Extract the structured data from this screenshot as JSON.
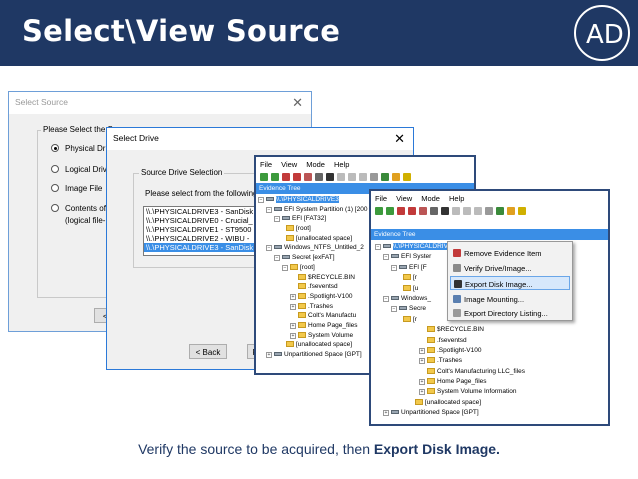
{
  "header": {
    "title": "Select\\View Source",
    "logo_text": "AD"
  },
  "caption": {
    "plain": "Verify the source to be acquired, then ",
    "bold": "Export Disk Image."
  },
  "select_source": {
    "title": "Select Source",
    "group_label": "Please Select the So",
    "options": [
      "Physical Drive",
      "Logical Drive",
      "Image File",
      "Contents of a",
      "(logical file-lev"
    ],
    "selected_index": 0,
    "back_label": "< B"
  },
  "select_drive": {
    "title": "Select Drive",
    "group_label": "Source Drive Selection",
    "prompt": "Please select from the following av",
    "drives": [
      "\\\\.\\PHYSICALDRIVE3 - SanDisk",
      "\\\\.\\PHYSICALDRIVE0 - Crucial_",
      "\\\\.\\PHYSICALDRIVE1 - ST9500",
      "\\\\.\\PHYSICALDRIVE2 - WIBU -",
      "\\\\.\\PHYSICALDRIVE3 - SanDisk"
    ],
    "selected_drive": 4,
    "back_label": "< Back",
    "next_label": "F"
  },
  "menu": [
    "File",
    "View",
    "Mode",
    "Help"
  ],
  "evidence_tree_label": "Evidence Tree",
  "tree_a": [
    "\\\\.\\PHYSICALDRIVE3",
    "EFI System Partition (1) [200",
    "EFI [FAT32]",
    "[root]",
    "[unallocated space]",
    "Windows_NTFS_Untitled_2",
    "Secret [exFAT]",
    "[root]",
    "$RECYCLE.BIN",
    ".fseventsd",
    ".Spotlight-V100",
    ".Trashes",
    "Colt's Manufactu",
    "Home Page_files",
    "System Volume",
    "[unallocated space]",
    "Unpartitioned Space [GPT]"
  ],
  "tree_b": [
    "\\\\.\\PHYSICALDRIVE3",
    "EFI Syster",
    "EFI [F",
    "[r",
    "[u",
    "Windows_",
    "Secre",
    "[r",
    "$RECYCLE.BIN",
    ".fseventsd",
    ".Spotlight-V100",
    ".Trashes",
    "Colt's Manufacturing LLC_files",
    "Home Page_files",
    "System Volume Information",
    "[unallocated space]",
    "Unpartitioned Space [GPT]"
  ],
  "context_menu": {
    "items": [
      "Remove Evidence Item",
      "Verify Drive/Image...",
      "Export Disk Image...",
      "Image Mounting...",
      "Export Directory Listing..."
    ],
    "highlighted_index": 2
  },
  "colors": {
    "header_bg": "#1f3864",
    "selection": "#3a8ee6",
    "caption": "#1f3864"
  }
}
